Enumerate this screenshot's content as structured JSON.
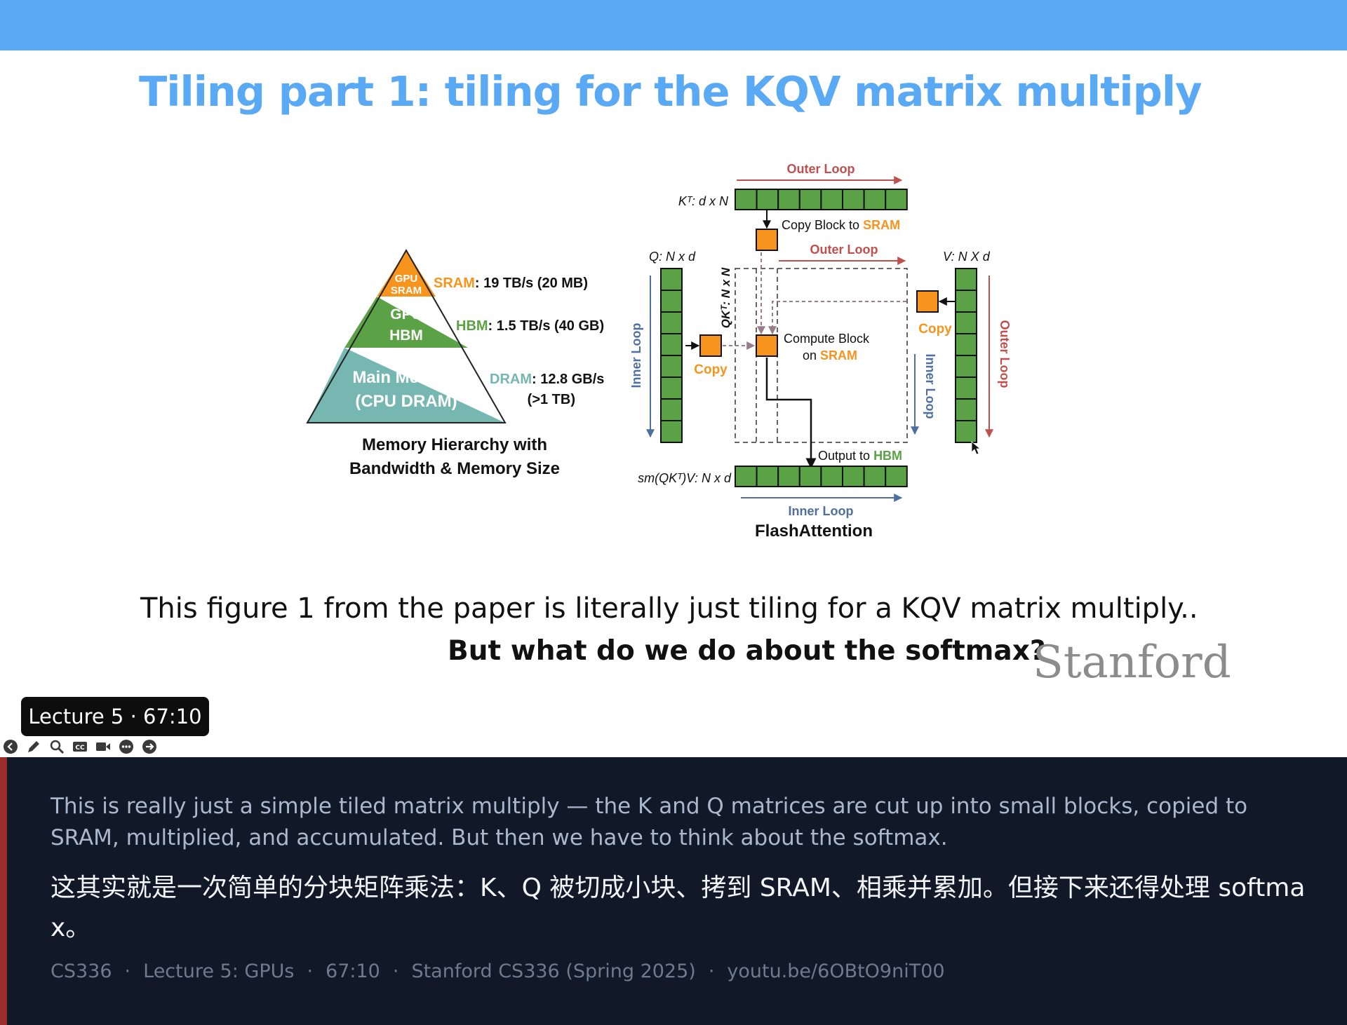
{
  "slide": {
    "title": "Tiling part 1: tiling for the KQV matrix multiply",
    "caption": "This figure 1 from the paper is literally just tiling for a KQV matrix multiply..",
    "question": "But what do we do about the softmax?",
    "logo": "Stanford"
  },
  "figure": {
    "pyramid": {
      "tiers": [
        {
          "line1": "GPU",
          "line2": "SRAM",
          "color": "#f7941d"
        },
        {
          "line1": "GPU",
          "line2": "HBM",
          "color": "#5aa245"
        },
        {
          "line1": "Main Memory",
          "line2": "(CPU DRAM)",
          "color": "#76b7b2"
        }
      ],
      "labels": [
        {
          "name": "SRAM",
          "value": ": 19 TB/s (20 MB)",
          "color": "#f7941d"
        },
        {
          "name": "HBM",
          "value": ": 1.5 TB/s (40 GB)",
          "color": "#5aa245"
        },
        {
          "name": "DRAM",
          "value": ": 12.8 GB/s",
          "extra": "(>1 TB)",
          "color": "#76b7b2"
        }
      ],
      "caption_line1": "Memory Hierarchy with",
      "caption_line2": "Bandwidth & Memory Size"
    },
    "flash": {
      "outer_loop_top": "Outer Loop",
      "kt_label": "Kᵀ: d x N",
      "copy_block_prefix": "Copy Block to ",
      "copy_block_sram": "SRAM",
      "outer_loop_mid": "Outer Loop",
      "q_label": "Q: N x d",
      "v_label": "V: N X d",
      "qkt_label": "QKᵀ: N x N",
      "compute_line1": "Compute Block",
      "compute_line2_prefix": "on ",
      "compute_line2_sram": "SRAM",
      "copy_left": "Copy",
      "copy_right": "Copy",
      "inner_loop_left": "Inner Loop",
      "inner_loop_right": "Inner Loop",
      "outer_loop_right": "Outer Loop",
      "output_prefix": "Output to ",
      "output_hbm": "HBM",
      "out_label": "sm(QKᵀ)V: N x d",
      "inner_loop_bottom": "Inner Loop",
      "title": "FlashAttention",
      "colors": {
        "block": "#5aa245",
        "sram": "#f7941d",
        "outer": "#c0504d",
        "inner": "#4f6f9f"
      }
    }
  },
  "player": {
    "tooltip": "Lecture 5 · 67:10",
    "controls": [
      "back-icon",
      "pen-icon",
      "search-icon",
      "captions-icon",
      "camera-icon",
      "more-icon",
      "forward-icon"
    ]
  },
  "subtitle": {
    "en": "This is really just a simple tiled matrix multiply — the K and Q matrices are cut up into small blocks, copied to SRAM, multiplied, and accumulated. But then we have to think about the softmax.",
    "zh": "这其实就是一次简单的分块矩阵乘法：K、Q 被切成小块、拷到 SRAM、相乘并累加。但接下来还得处理 softmax。",
    "meta": {
      "course": "CS336",
      "lecture": "Lecture 5: GPUs",
      "time": "67:10",
      "channel": "Stanford CS336 (Spring 2025)",
      "url": "youtu.be/6OBtO9niT00"
    }
  }
}
